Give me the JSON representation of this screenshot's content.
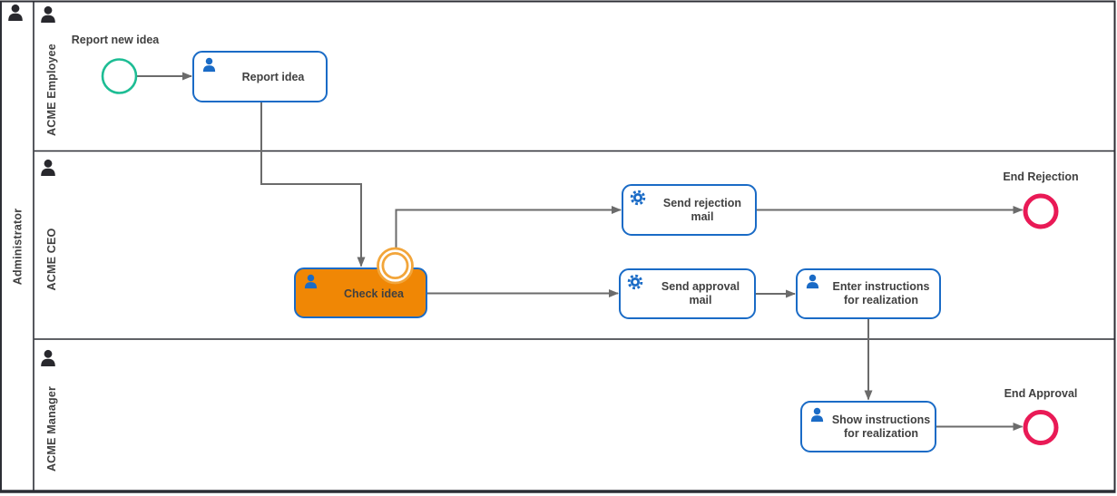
{
  "diagram": {
    "pool": {
      "label": "Administrator"
    },
    "lanes": [
      {
        "label": "ACME Employee"
      },
      {
        "label": "ACME CEO"
      },
      {
        "label": "ACME Manager"
      }
    ],
    "events": {
      "start": {
        "type": "start-event",
        "label": "Report new idea"
      },
      "boundary": {
        "type": "boundary-event",
        "attached_to": "check_idea"
      },
      "end_rejection": {
        "type": "end-event",
        "label": "End Rejection"
      },
      "end_approval": {
        "type": "end-event",
        "label": "End Approval"
      }
    },
    "tasks": {
      "report_idea": {
        "type": "user-task",
        "lane": "ACME Employee",
        "lines": [
          "Report idea"
        ]
      },
      "check_idea": {
        "type": "user-task",
        "lane": "ACME CEO",
        "state": "active-highlighted",
        "lines": [
          "Check idea"
        ]
      },
      "send_rejection_mail": {
        "type": "service-task",
        "lane": "ACME CEO",
        "lines": [
          "Send rejection",
          "mail"
        ]
      },
      "send_approval_mail": {
        "type": "service-task",
        "lane": "ACME CEO",
        "lines": [
          "Send approval",
          "mail"
        ]
      },
      "enter_instructions": {
        "type": "user-task",
        "lane": "ACME CEO",
        "lines": [
          "Enter instructions",
          "for realization"
        ]
      },
      "show_instructions": {
        "type": "user-task",
        "lane": "ACME Manager",
        "lines": [
          "Show instructions",
          "for realization"
        ]
      }
    },
    "flows": [
      {
        "from": "start",
        "to": "report_idea"
      },
      {
        "from": "report_idea",
        "to": "check_idea"
      },
      {
        "from": "boundary",
        "to": "send_rejection_mail"
      },
      {
        "from": "check_idea",
        "to": "send_approval_mail"
      },
      {
        "from": "send_approval_mail",
        "to": "enter_instructions"
      },
      {
        "from": "send_rejection_mail",
        "to": "end_rejection"
      },
      {
        "from": "enter_instructions",
        "to": "show_instructions"
      },
      {
        "from": "show_instructions",
        "to": "end_approval"
      }
    ],
    "icons": {
      "user_task": "person-icon",
      "service_task": "gear-icon",
      "pool_header": "person-icon",
      "lane_header": "person-icon"
    }
  },
  "colors": {
    "pool_border": "#2c2e35",
    "task_border": "#1a6bc6",
    "icon_blue": "#1a6bc6",
    "icon_dark": "#28282d",
    "active_fill": "#f08705",
    "boundary_ring": "#f2a53a",
    "start_stroke": "#1dbd94",
    "end_stroke": "#e91a56",
    "connector": "#6b6b6b",
    "text_color": "#404040"
  }
}
